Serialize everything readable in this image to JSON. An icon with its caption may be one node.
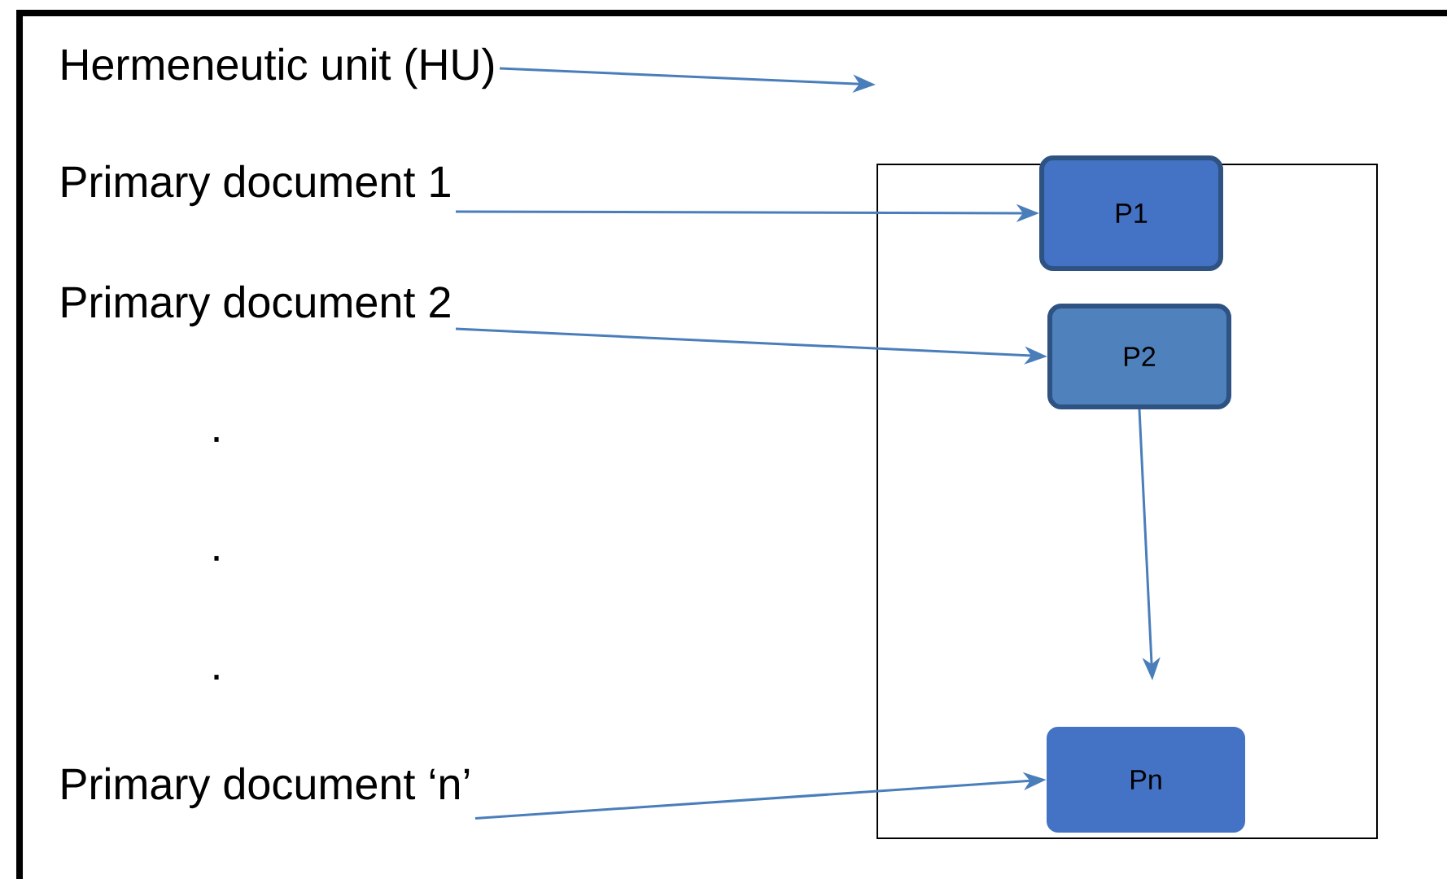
{
  "diagram": {
    "nodes": [
      {
        "text": [
          "Hermeneutic unit (HU)"
        ]
      },
      {
        "text": [
          "Primary document 1"
        ]
      },
      {
        "text": [
          "Primary document 2"
        ]
      },
      {
        "text": [
          "Primary document ‘n’"
        ]
      },
      {
        "text": [],
        "shape": "box"
      },
      {
        "text": [
          "P1"
        ],
        "in": 4
      },
      {
        "text": [
          "P2"
        ],
        "in": 4
      },
      {
        "text": [
          "Pn"
        ],
        "in": 4
      }
    ],
    "edges": [
      {
        "from": 0,
        "to": null,
        "arrow": "to"
      },
      {
        "from": 1,
        "to": 5,
        "arrow": "to"
      },
      {
        "from": 2,
        "to": 6,
        "arrow": "to"
      },
      {
        "from": 3,
        "to": 7,
        "arrow": "to"
      },
      {
        "from": 6,
        "to": null,
        "arrow": "to"
      }
    ],
    "labels": [
      ".",
      ".",
      "."
    ]
  }
}
